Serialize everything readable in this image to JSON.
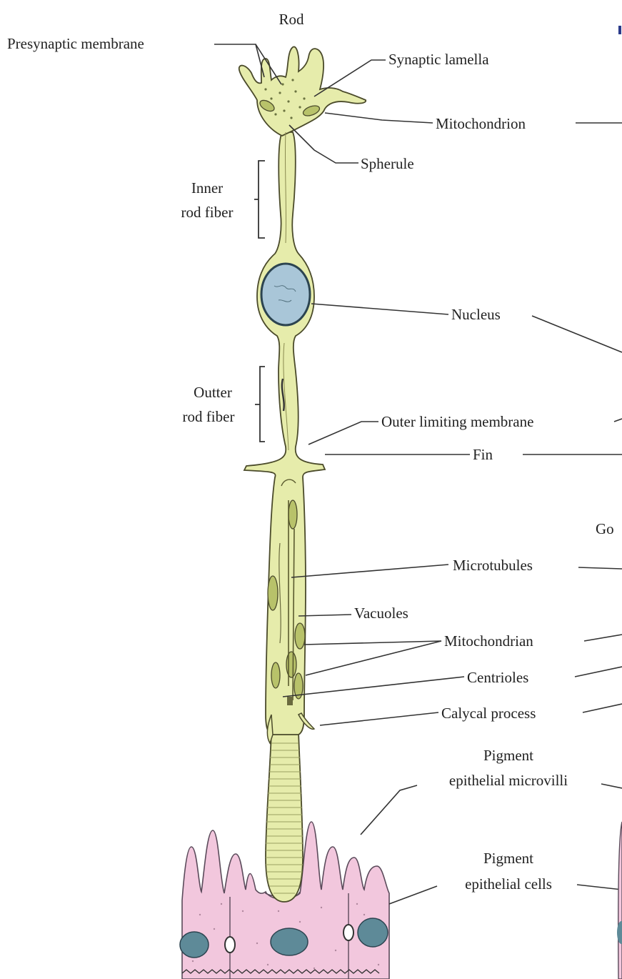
{
  "title": "Rod",
  "labels": {
    "presynaptic_membrane": "Presynaptic membrane",
    "synaptic_lamella": "Synaptic lamella",
    "mitochondrion": "Mitochondrion",
    "spherule": "Spherule",
    "inner_rod_fiber_1": "Inner",
    "inner_rod_fiber_2": "rod fiber",
    "nucleus": "Nucleus",
    "outter_rod_fiber_1": "Outter",
    "outter_rod_fiber_2": "rod fiber",
    "outer_limiting_membrane": "Outer limiting membrane",
    "fin": "Fin",
    "go_cut": "Go",
    "microtubules": "Microtubules",
    "vacuoles": "Vacuoles",
    "mitochondrian": "Mitochondrian",
    "centrioles": "Centrioles",
    "calycal_process": "Calycal process",
    "pigment_microvilli_1": "Pigment",
    "pigment_microvilli_2": "epithelial microvilli",
    "pigment_cells_1": "Pigment",
    "pigment_cells_2": "epithelial cells"
  },
  "colors": {
    "cytoplasm": "#e6ecab",
    "nucleus": "#a9c6d8",
    "pigment_cells": "#f2c7dd",
    "organelle": "#8c9a4a"
  }
}
